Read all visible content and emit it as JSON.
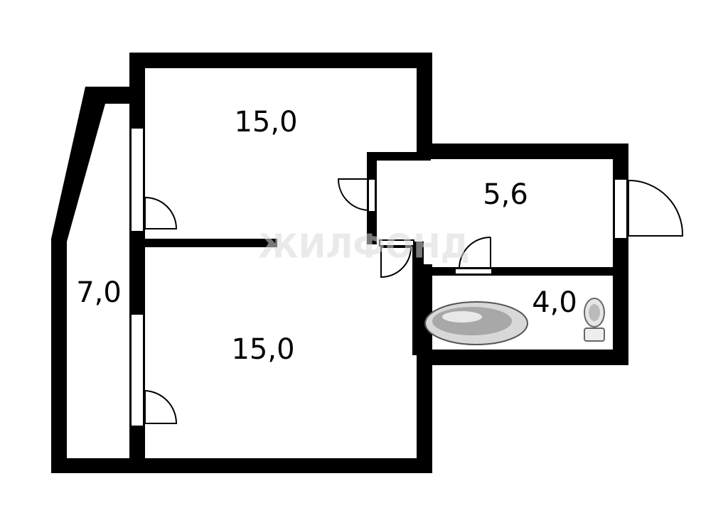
{
  "rooms": {
    "room_top": {
      "area": "15,0"
    },
    "room_bottom": {
      "area": "15,0"
    },
    "balcony": {
      "area": "7,0"
    },
    "hall": {
      "area": "5,6"
    },
    "bathroom": {
      "area": "4,0"
    }
  },
  "watermark": {
    "text": "ЖИЛФОНД"
  },
  "colors": {
    "wall": "#000000",
    "background": "#ffffff"
  }
}
